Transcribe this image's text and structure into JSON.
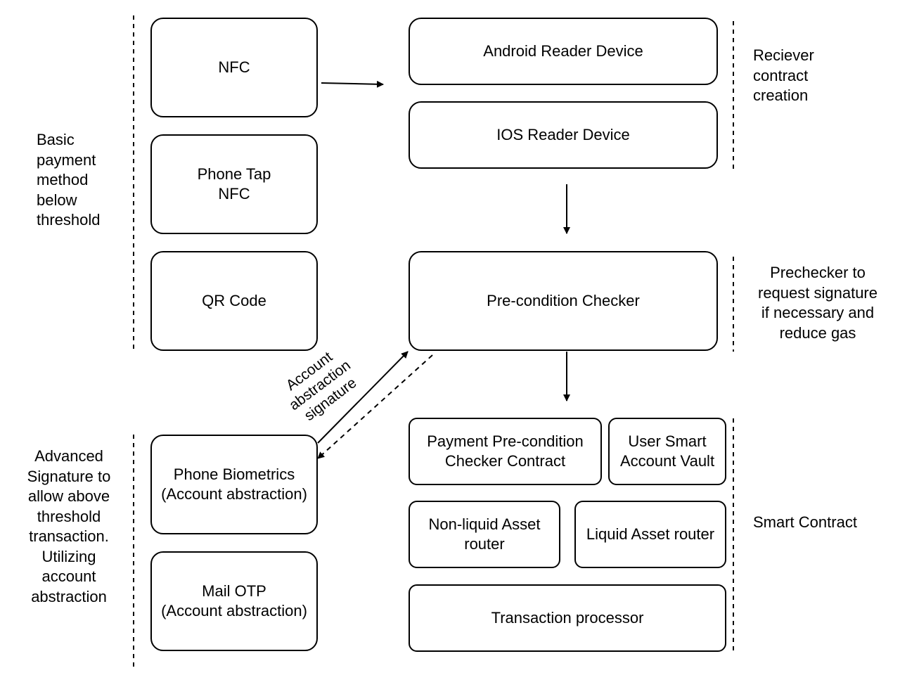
{
  "labels": {
    "basic_payment": [
      "Basic",
      "payment",
      "method",
      "below",
      "threshold"
    ],
    "advanced_signature": [
      "Advanced",
      "Signature to",
      "allow above",
      "threshold",
      "transaction.",
      "Utilizing",
      "account",
      "abstraction"
    ],
    "receiver_contract": [
      "Reciever",
      "contract",
      "creation"
    ],
    "prechecker": [
      "Prechecker to",
      "request signature",
      "if necessary and",
      "reduce gas"
    ],
    "smart_contract": [
      "Smart Contract"
    ],
    "account_abstraction_signature": [
      "Account",
      "abstraction",
      "signature"
    ]
  },
  "boxes": {
    "nfc": [
      "NFC"
    ],
    "phone_tap_nfc": [
      "Phone Tap",
      "NFC"
    ],
    "qr_code": [
      "QR Code"
    ],
    "phone_biometrics": [
      "Phone Biometrics",
      "(Account abstraction)"
    ],
    "mail_otp": [
      "Mail OTP",
      "(Account abstraction)"
    ],
    "android_reader": [
      "Android Reader Device"
    ],
    "ios_reader": [
      "IOS Reader Device"
    ],
    "precondition_checker": [
      "Pre-condition Checker"
    ],
    "payment_precondition_contract": [
      "Payment Pre-condition",
      "Checker Contract"
    ],
    "user_smart_account_vault": [
      "User Smart",
      "Account Vault"
    ],
    "nonliquid_asset_router": [
      "Non-liquid Asset",
      "router"
    ],
    "liquid_asset_router": [
      "Liquid Asset router"
    ],
    "transaction_processor": [
      "Transaction processor"
    ]
  }
}
